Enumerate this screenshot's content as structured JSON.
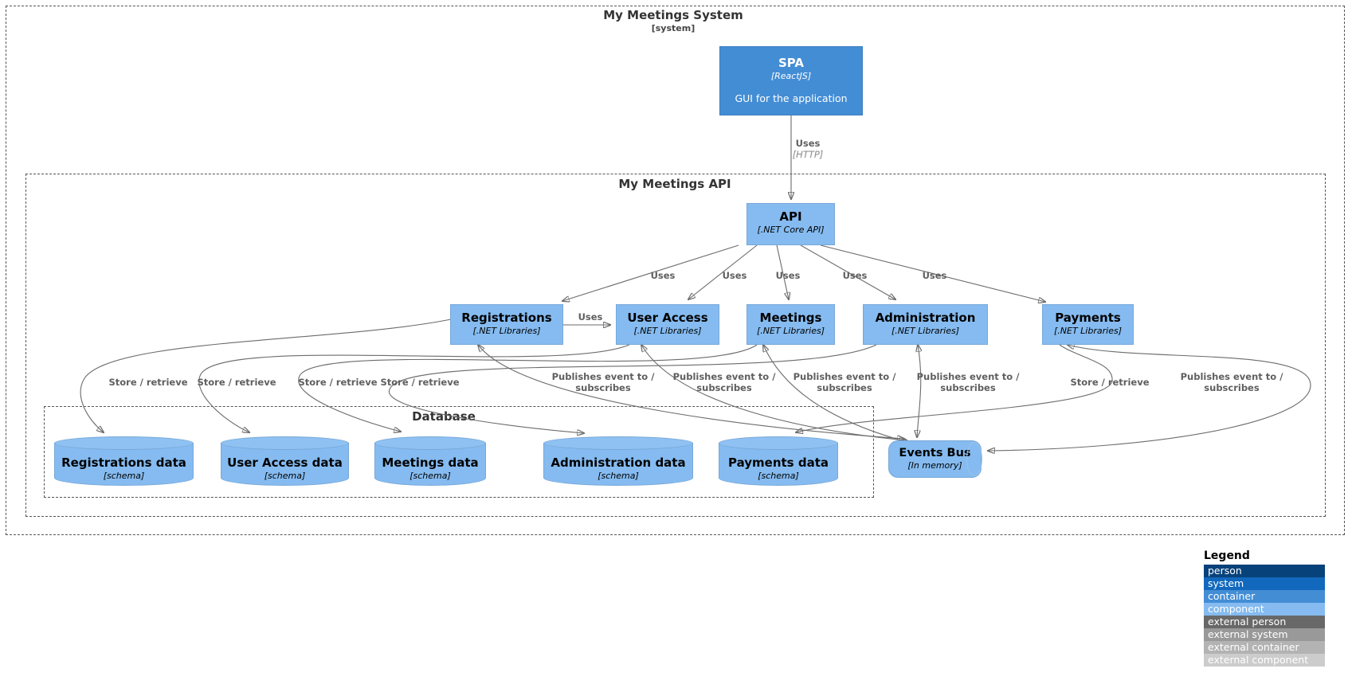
{
  "boundaries": {
    "system": {
      "title": "My Meetings System",
      "subtitle": "[system]"
    },
    "api": {
      "title": "My Meetings API"
    },
    "database": {
      "title": "Database"
    }
  },
  "nodes": {
    "spa": {
      "title": "SPA",
      "tech": "[ReactJS]",
      "description": "GUI for the application"
    },
    "api": {
      "title": "API",
      "tech": "[.NET Core API]"
    },
    "registrations": {
      "title": "Registrations",
      "tech": "[.NET Libraries]"
    },
    "user_access": {
      "title": "User Access",
      "tech": "[.NET Libraries]"
    },
    "meetings": {
      "title": "Meetings",
      "tech": "[.NET Libraries]"
    },
    "administration": {
      "title": "Administration",
      "tech": "[.NET Libraries]"
    },
    "payments": {
      "title": "Payments",
      "tech": "[.NET Libraries]"
    },
    "registrations_data": {
      "title": "Registrations data",
      "tech": "[schema]"
    },
    "user_access_data": {
      "title": "User Access data",
      "tech": "[schema]"
    },
    "meetings_data": {
      "title": "Meetings data",
      "tech": "[schema]"
    },
    "administration_data": {
      "title": "Administration data",
      "tech": "[schema]"
    },
    "payments_data": {
      "title": "Payments data",
      "tech": "[schema]"
    },
    "events_bus": {
      "title": "Events Bus",
      "tech": "[In memory]"
    }
  },
  "edge_labels": {
    "uses": "Uses",
    "http": "[HTTP]",
    "store_retrieve": "Store / retrieve",
    "publishes_line1": "Publishes event to /",
    "publishes_line2": "subscribes"
  },
  "legend": {
    "title": "Legend",
    "items": [
      {
        "label": "person",
        "color": "#08427B"
      },
      {
        "label": "system",
        "color": "#1168BD"
      },
      {
        "label": "container",
        "color": "#438DD5"
      },
      {
        "label": "component",
        "color": "#85BBF0"
      },
      {
        "label": "external person",
        "color": "#686868"
      },
      {
        "label": "external system",
        "color": "#999999"
      },
      {
        "label": "external container",
        "color": "#B3B3B3"
      },
      {
        "label": "external component",
        "color": "#CCCCCC"
      }
    ]
  },
  "colors": {
    "container_fill": "#438DD5",
    "component_fill": "#85BBF0",
    "edge": "#6b6b6b",
    "boundary": "#555555"
  }
}
